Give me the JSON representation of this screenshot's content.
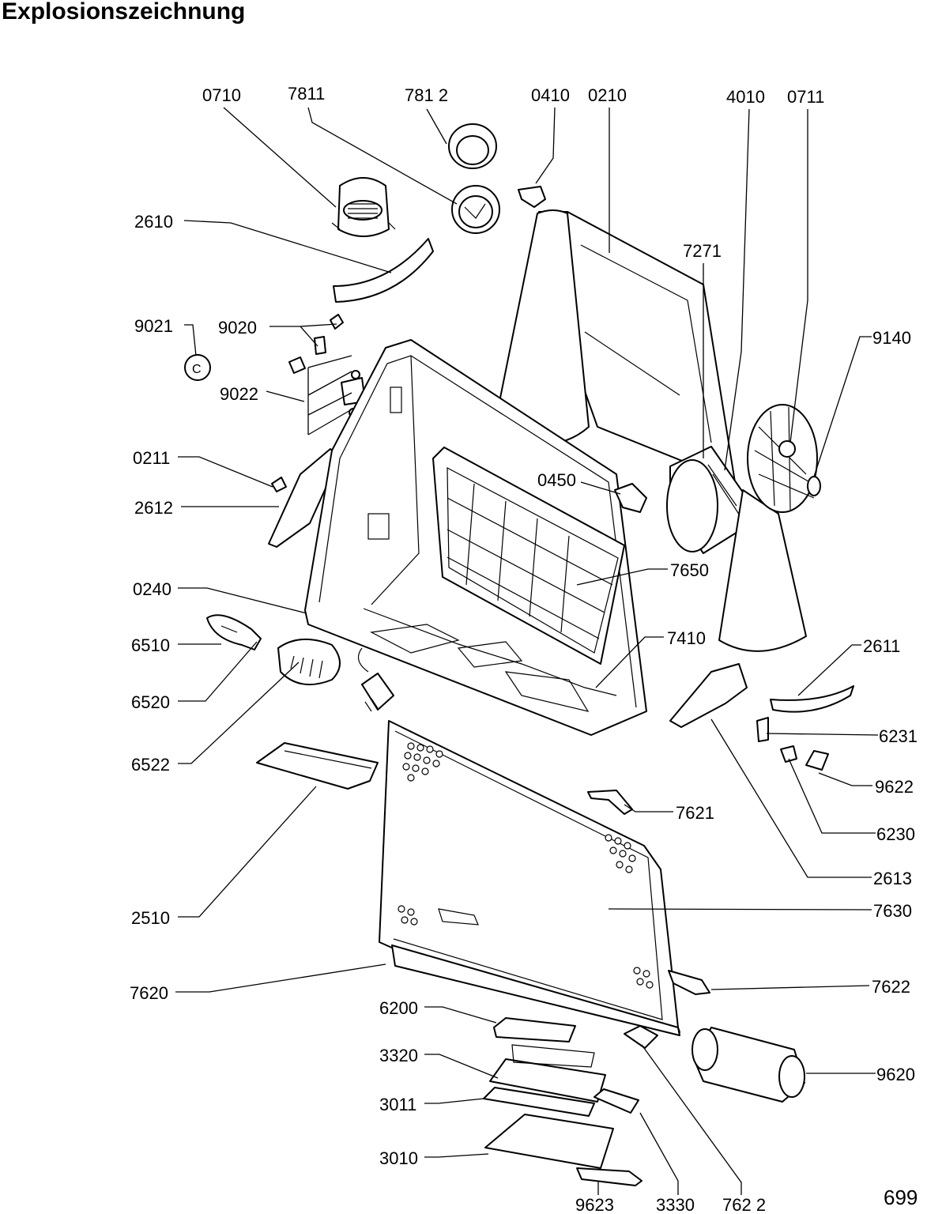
{
  "title": "Explosionszeichnung",
  "page_number": "699",
  "labels": [
    {
      "id": "0710",
      "text": "0710"
    },
    {
      "id": "7811",
      "text": "7811"
    },
    {
      "id": "7812",
      "text": "781 2"
    },
    {
      "id": "0410",
      "text": "0410"
    },
    {
      "id": "0210",
      "text": "0210"
    },
    {
      "id": "4010",
      "text": "4010"
    },
    {
      "id": "0711",
      "text": "0711"
    },
    {
      "id": "2610",
      "text": "2610"
    },
    {
      "id": "7271",
      "text": "7271"
    },
    {
      "id": "9021",
      "text": "9021"
    },
    {
      "id": "9020",
      "text": "9020"
    },
    {
      "id": "9140",
      "text": "9140"
    },
    {
      "id": "9022",
      "text": "9022"
    },
    {
      "id": "0211",
      "text": "0211"
    },
    {
      "id": "0450",
      "text": "0450"
    },
    {
      "id": "2612",
      "text": "2612"
    },
    {
      "id": "7650",
      "text": "7650"
    },
    {
      "id": "0240",
      "text": "0240"
    },
    {
      "id": "6510",
      "text": "6510"
    },
    {
      "id": "7410",
      "text": "7410"
    },
    {
      "id": "2611",
      "text": "2611"
    },
    {
      "id": "6520",
      "text": "6520"
    },
    {
      "id": "6231",
      "text": "6231"
    },
    {
      "id": "6522",
      "text": "6522"
    },
    {
      "id": "9622",
      "text": "9622"
    },
    {
      "id": "7621",
      "text": "7621"
    },
    {
      "id": "6230",
      "text": "6230"
    },
    {
      "id": "2613",
      "text": "2613"
    },
    {
      "id": "2510",
      "text": "2510"
    },
    {
      "id": "7630",
      "text": "7630"
    },
    {
      "id": "7620",
      "text": "7620"
    },
    {
      "id": "7622",
      "text": "7622"
    },
    {
      "id": "6200",
      "text": "6200"
    },
    {
      "id": "3320",
      "text": "3320"
    },
    {
      "id": "9620",
      "text": "9620"
    },
    {
      "id": "3011",
      "text": "3011"
    },
    {
      "id": "3010",
      "text": "3010"
    },
    {
      "id": "9623",
      "text": "9623"
    },
    {
      "id": "3330",
      "text": "3330"
    },
    {
      "id": "7622b",
      "text": "762 2"
    }
  ]
}
